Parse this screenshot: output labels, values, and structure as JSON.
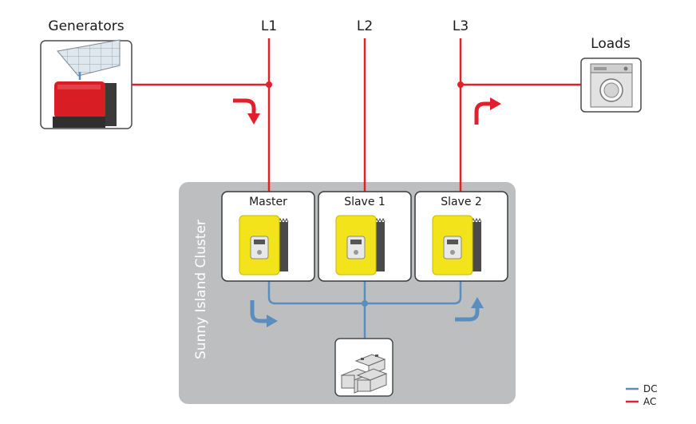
{
  "generators": {
    "label": "Generators"
  },
  "loads": {
    "label": "Loads"
  },
  "phases": [
    {
      "label": "L1"
    },
    {
      "label": "L2"
    },
    {
      "label": "L3"
    }
  ],
  "cluster": {
    "label": "Sunny Island Cluster",
    "units": [
      {
        "label": "Master"
      },
      {
        "label": "Slave 1"
      },
      {
        "label": "Slave 2"
      }
    ]
  },
  "legend": [
    {
      "label": "DC",
      "color": "#5b8dbf"
    },
    {
      "label": "AC",
      "color": "#e2202b"
    }
  ],
  "colors": {
    "ac": "#e2202b",
    "dc": "#5b8dbf",
    "cluster_bg": "#bdbec0",
    "inverter_yellow": "#f2e31a",
    "pv_red": "#d81d24"
  }
}
